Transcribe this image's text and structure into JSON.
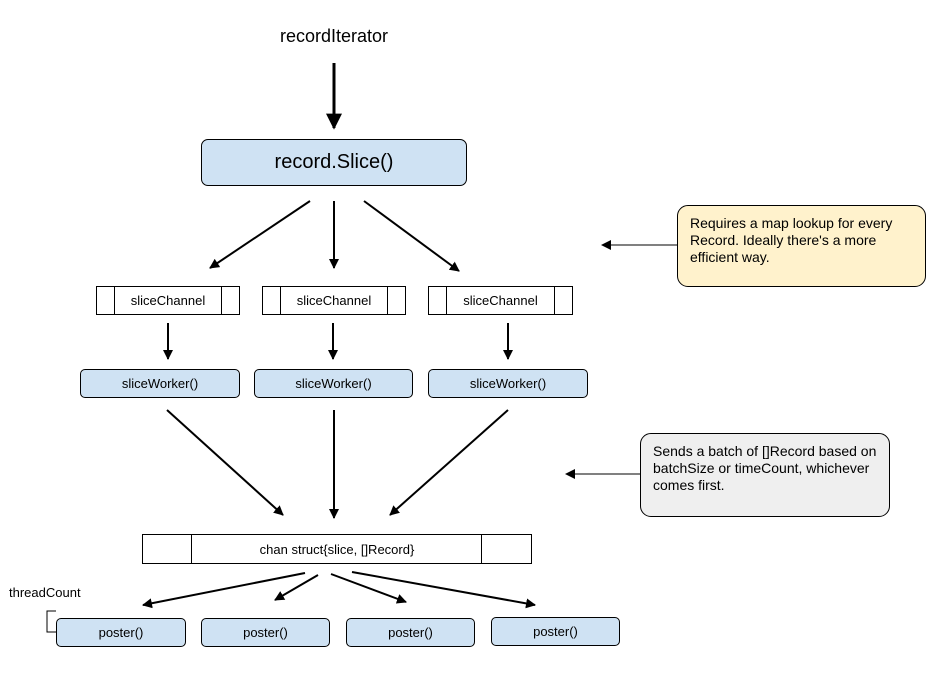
{
  "diagram": {
    "source_label": "recordIterator",
    "slicer": "record.Slice()",
    "channels": [
      "sliceChannel",
      "sliceChannel",
      "sliceChannel"
    ],
    "workers": [
      "sliceWorker()",
      "sliceWorker()",
      "sliceWorker()"
    ],
    "merge_channel": "chan struct{slice, []Record}",
    "thread_count_label": "threadCount",
    "posters": [
      "poster()",
      "poster()",
      "poster()",
      "poster()"
    ],
    "notes": {
      "map_lookup": "Requires a map lookup for every Record. Ideally there's a more efficient way.",
      "batch": "Sends a batch of []Record based on batchSize or timeCount, whichever comes first."
    }
  },
  "colors": {
    "process_fill": "#cfe2f3",
    "note_yellow": "#fff2cc",
    "note_gray": "#efefef"
  }
}
